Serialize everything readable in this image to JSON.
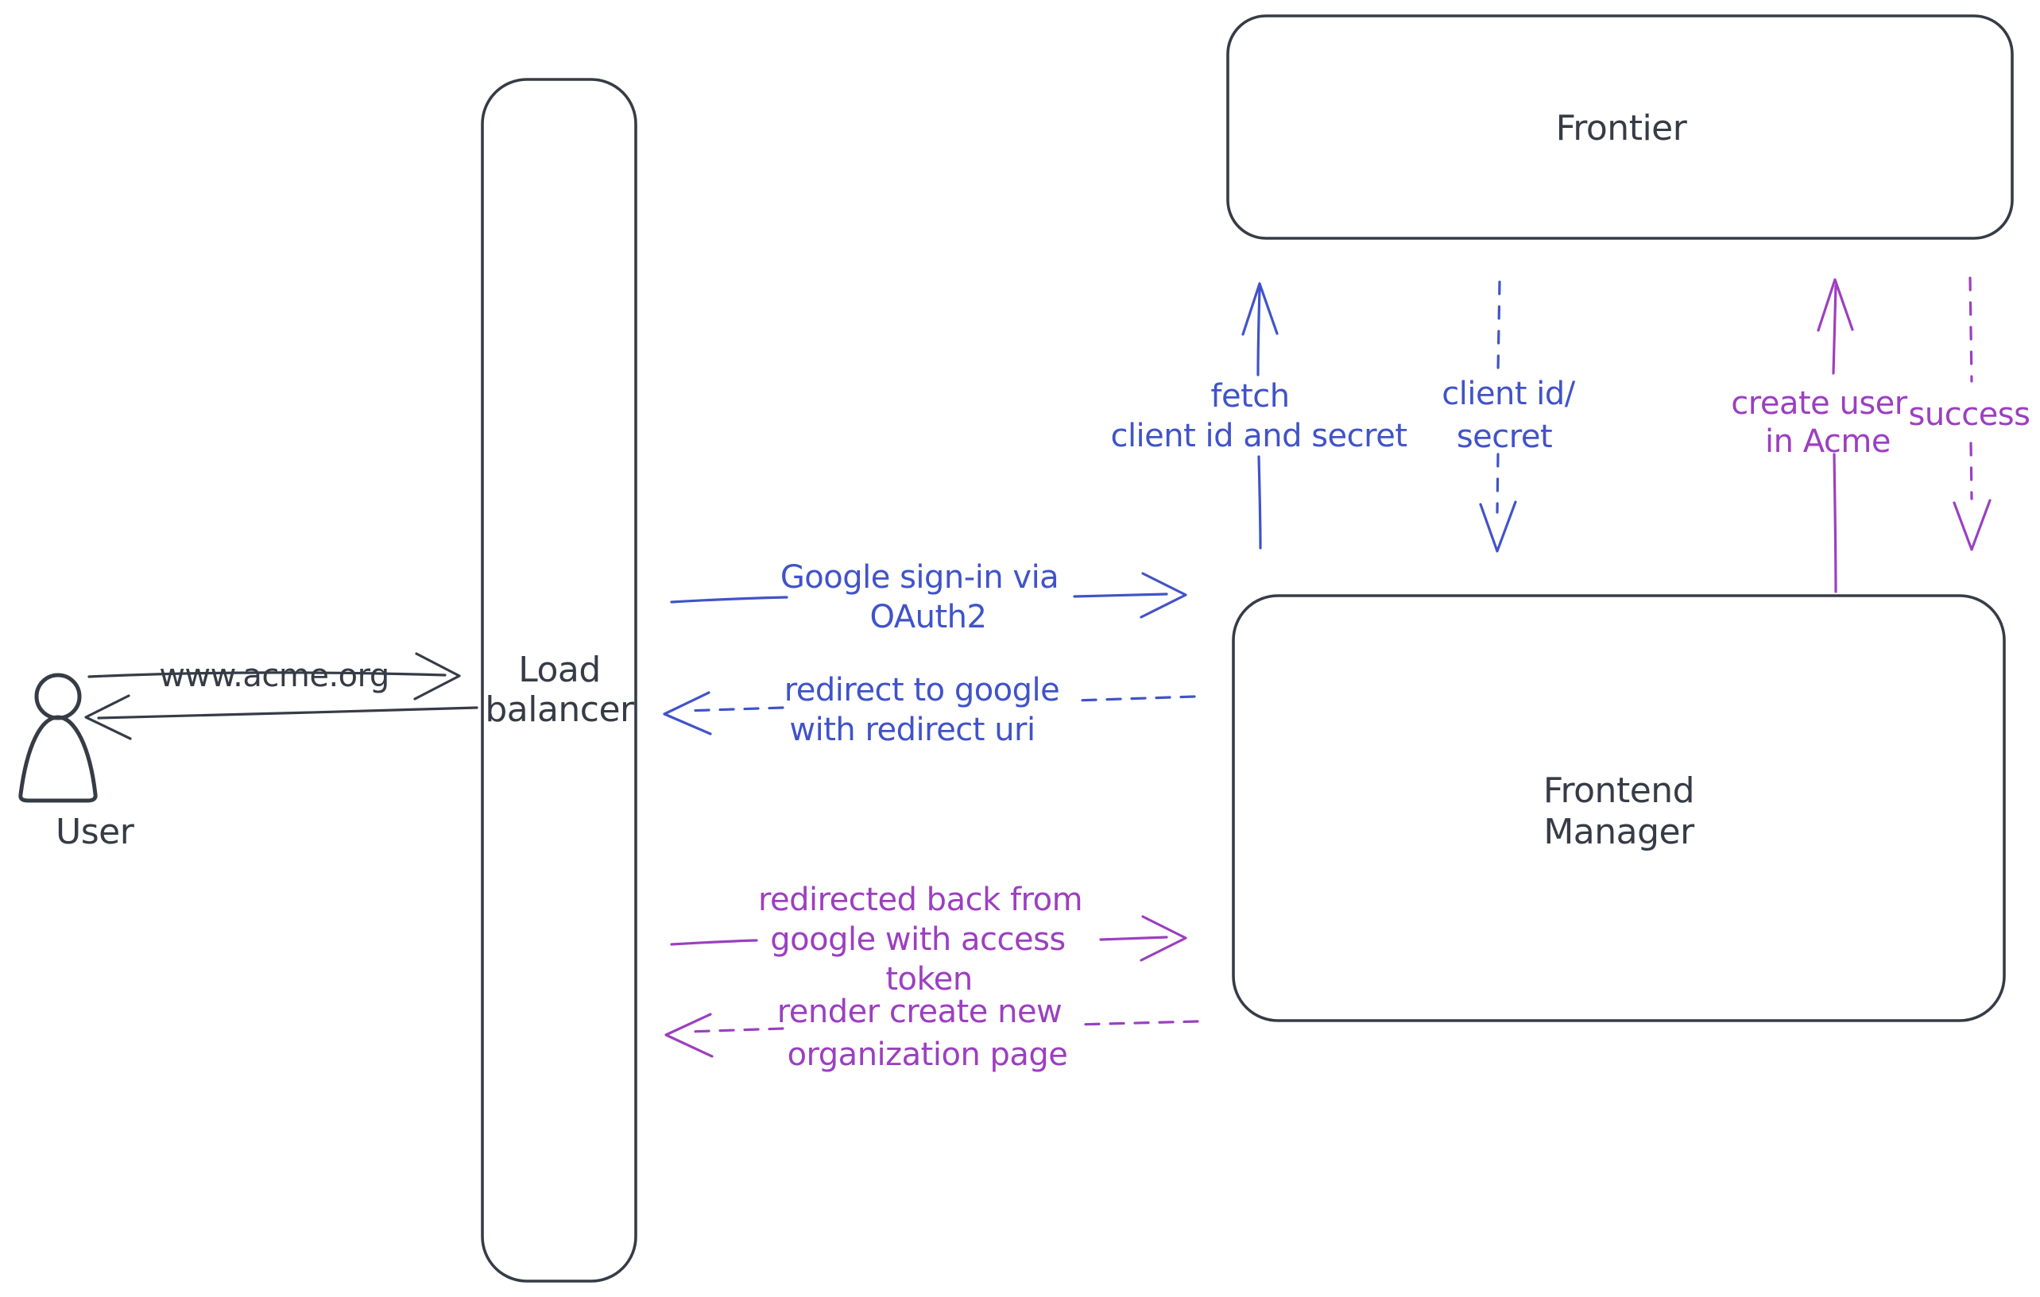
{
  "canvas": {
    "background": "#ffffff",
    "colors": {
      "ink": "#363c46",
      "blue": "#4053c9",
      "purple": "#9c3fc0",
      "figure_hatch_fill": "#ccd6e2"
    }
  },
  "nodes": {
    "user": {
      "label": "User"
    },
    "load_balancer": {
      "lines": [
        "Load",
        "balancer"
      ]
    },
    "frontier": {
      "label": "Frontier"
    },
    "frontend_manager": {
      "lines": [
        "Frontend",
        "Manager"
      ]
    }
  },
  "flows": {
    "www_acme": {
      "label": "www.acme.org",
      "style": "solid",
      "color": "ink",
      "direction": "right"
    },
    "reply_to_user": {
      "style": "solid",
      "color": "ink",
      "direction": "left"
    },
    "google_signin": {
      "lines": [
        "Google sign-in via",
        "OAuth2"
      ],
      "style": "solid",
      "color": "blue",
      "direction": "right"
    },
    "redirect_google": {
      "lines": [
        "redirect to google",
        "with redirect uri"
      ],
      "style": "dashed",
      "color": "blue",
      "direction": "left"
    },
    "fetch_secret": {
      "lines": [
        "fetch",
        "client id and secret"
      ],
      "style": "solid",
      "color": "blue",
      "direction": "up"
    },
    "client_id_secret": {
      "lines": [
        "client id/",
        "secret"
      ],
      "style": "dashed",
      "color": "blue",
      "direction": "down"
    },
    "create_user": {
      "lines": [
        "create user",
        "in Acme"
      ],
      "style": "solid",
      "color": "purple",
      "direction": "up"
    },
    "success": {
      "label": "success",
      "style": "dashed",
      "color": "purple",
      "direction": "down"
    },
    "redirected_back": {
      "lines": [
        "redirected back from",
        "google with access",
        "token"
      ],
      "style": "solid",
      "color": "purple",
      "direction": "right"
    },
    "render_page": {
      "lines": [
        "render create new",
        "organization page"
      ],
      "style": "dashed",
      "color": "purple",
      "direction": "left"
    }
  }
}
